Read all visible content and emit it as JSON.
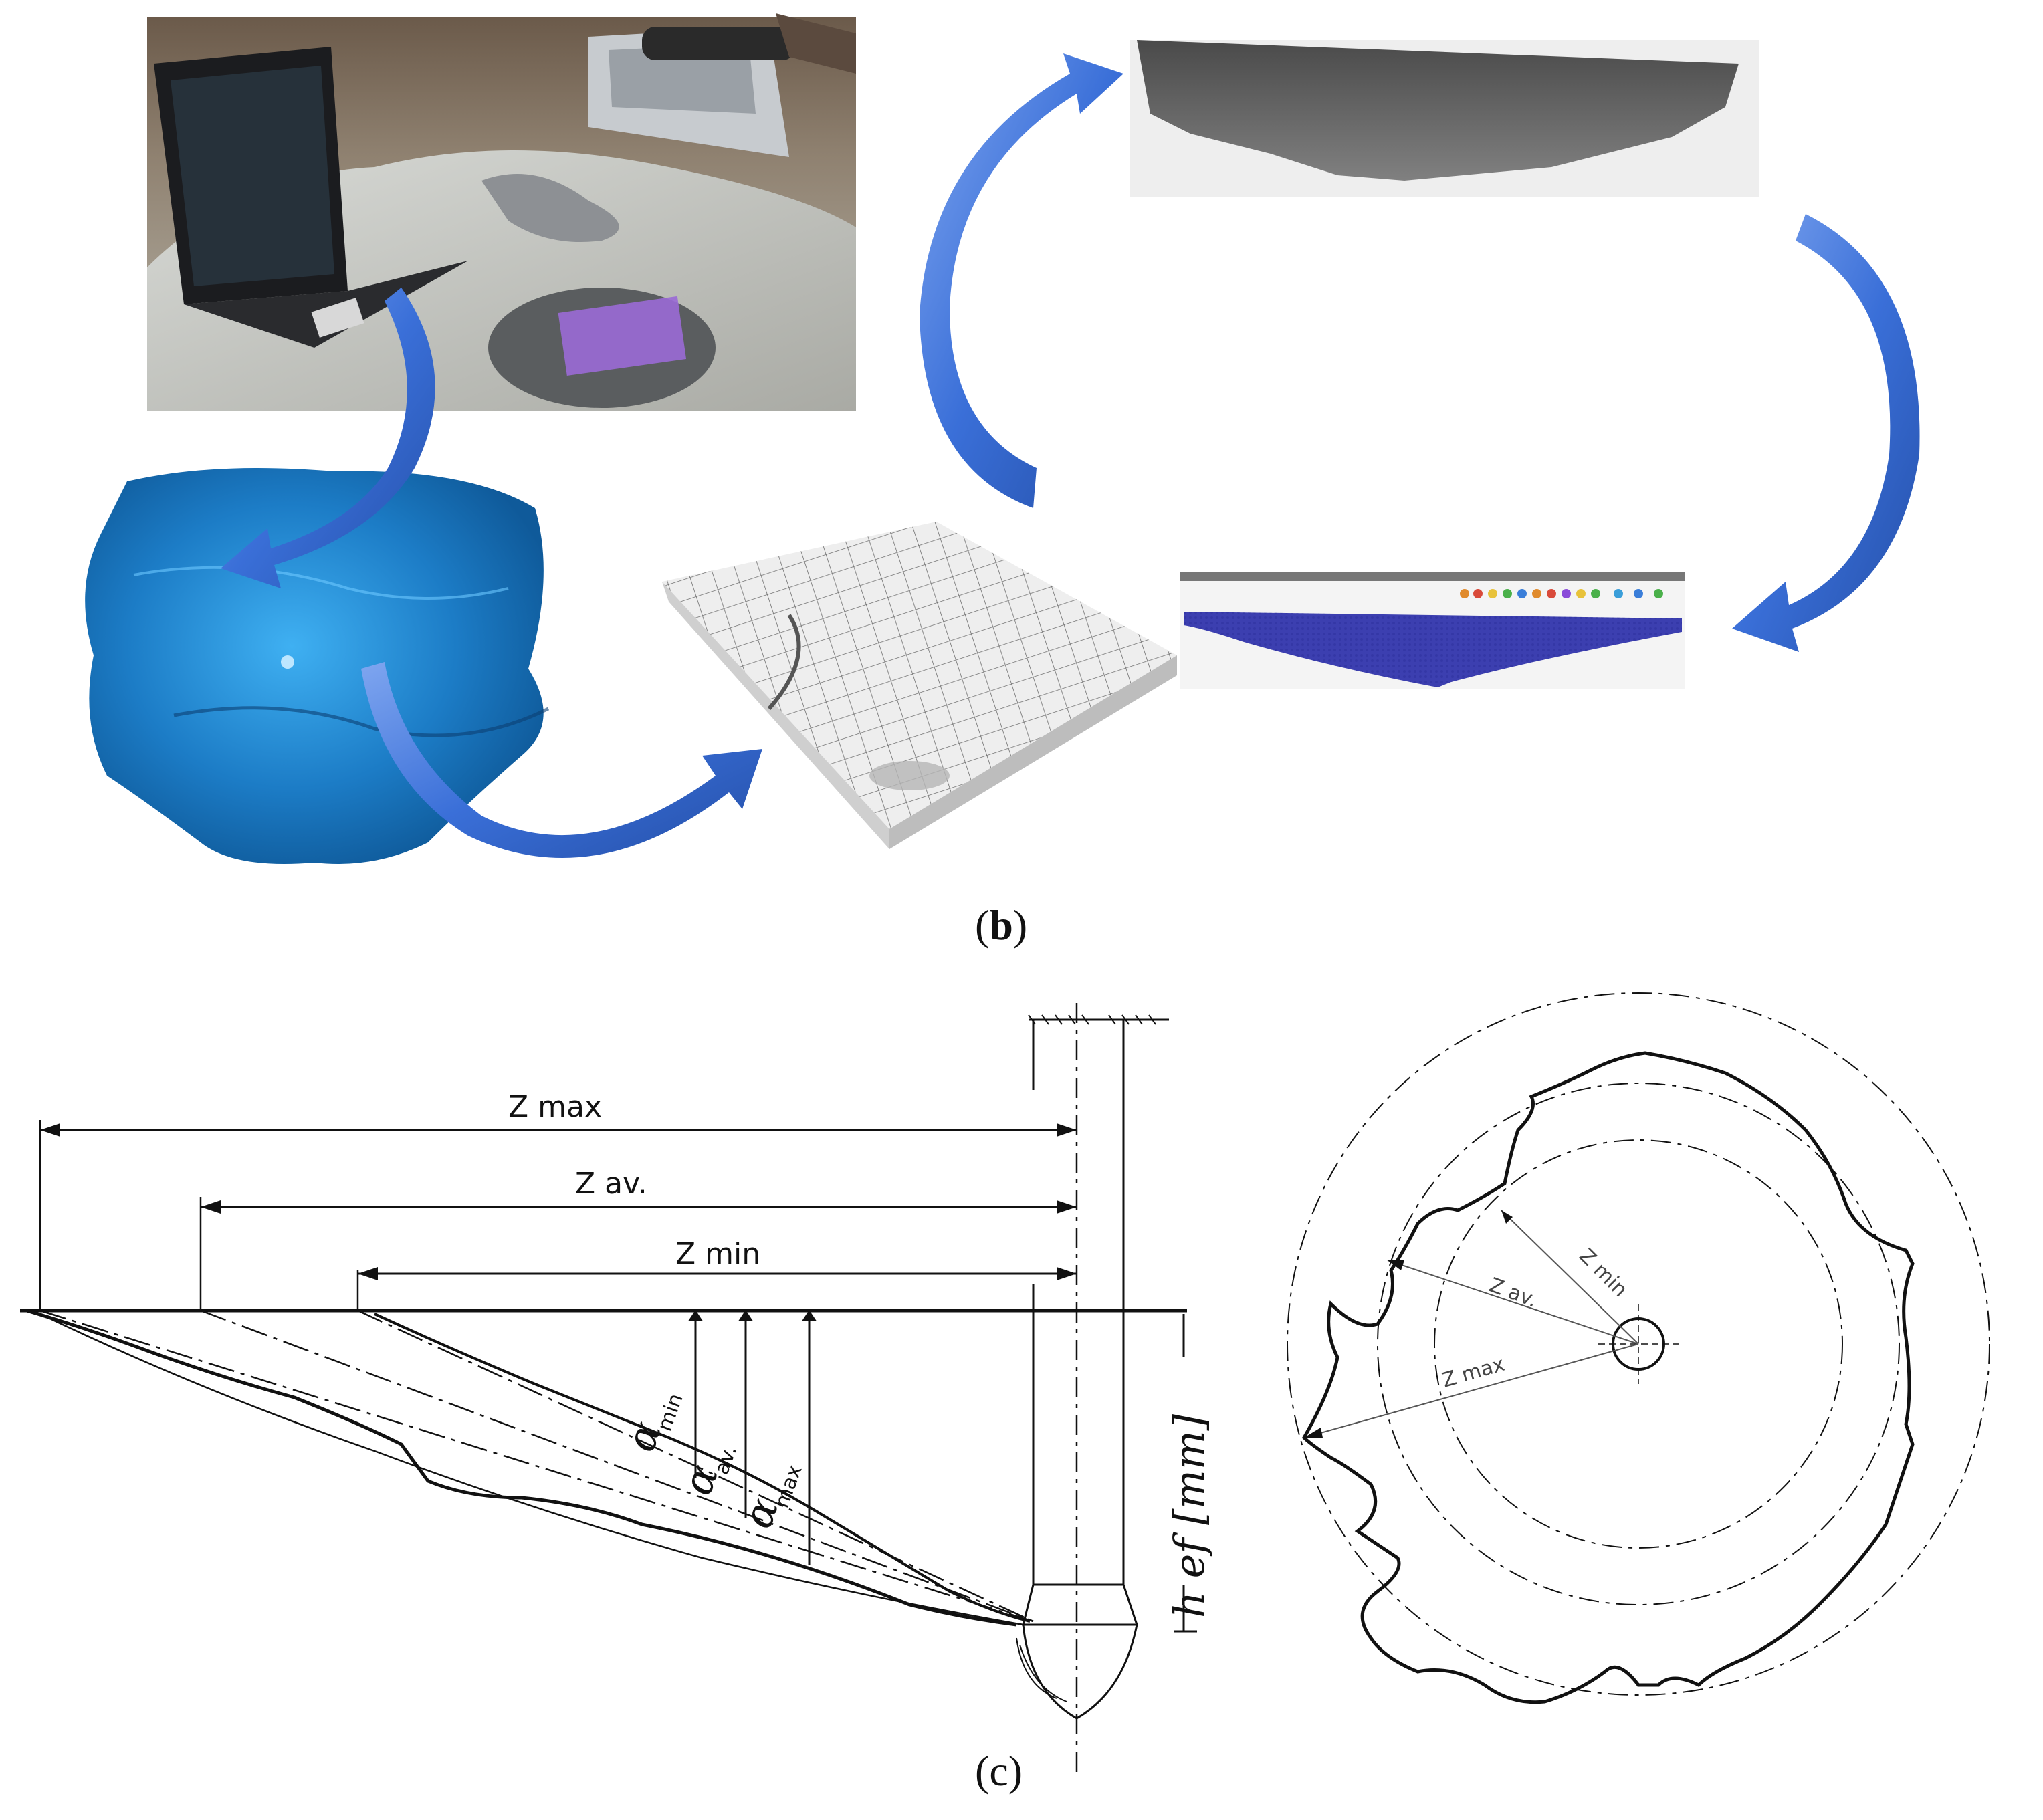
{
  "figure": {
    "panel_b_label": "b",
    "panel_c_label": "c"
  },
  "photo_panel": {
    "items": [
      {
        "name": "field-scanning-photo",
        "color": "#8c8a7a"
      },
      {
        "name": "scanned-point-cloud",
        "color": "#1f8fd6"
      },
      {
        "name": "finite-element-mesh",
        "color": "#e8e8e8"
      },
      {
        "name": "crater-profile-grey",
        "color": "#6f6f6f"
      },
      {
        "name": "software-section-view",
        "color": "#3c3fb0"
      }
    ],
    "arrow_color": "#3a6fd8"
  },
  "profile_diagram": {
    "z_max": "Z max",
    "z_av": "Z av.",
    "z_min": "Z min",
    "alpha": "α",
    "alpha_min_sub": "min",
    "alpha_av_sub": "av.",
    "alpha_max_sub": "max",
    "h_ef": "h ef [mm]"
  },
  "plan_diagram": {
    "z_min": "Z min",
    "z_av": "Z av.",
    "z_max": "Z max"
  }
}
